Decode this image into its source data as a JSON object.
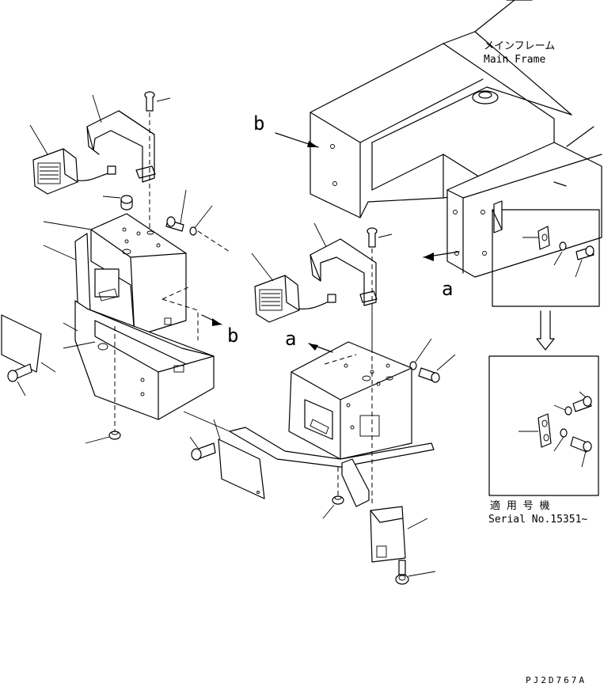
{
  "labels": {
    "main_frame_jp": "メインフレーム",
    "main_frame_en": "Main Frame",
    "view_b_top": "b",
    "view_b_side": "b",
    "view_a_frame": "a",
    "view_a_left": "a",
    "serial_jp": "適 用 号 機",
    "serial_en": "Serial No.15351~",
    "drawing_code": "PJ2D767A"
  }
}
